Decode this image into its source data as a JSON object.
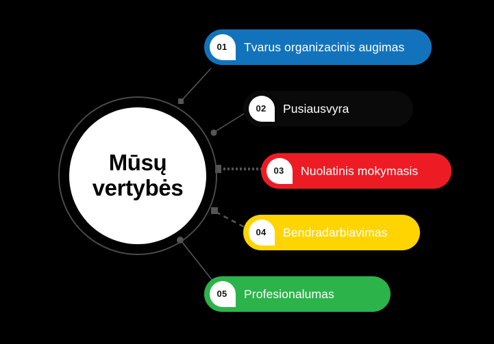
{
  "diagram": {
    "title": "Musu vertybes values diagram",
    "background_color": "#000000",
    "hub": {
      "line1": "Mūsų",
      "line2": "vertybės",
      "disc_color": "#ffffff",
      "ring_color": "#4a4a4a",
      "text_color": "#000000"
    },
    "items": [
      {
        "number": "01",
        "label": "Tvarus organizacinis augimas",
        "color": "#1273BC",
        "text_color": "#ffffff",
        "connector_style": "solid"
      },
      {
        "number": "02",
        "label": "Pusiausvyra",
        "color": "#0a0a0a",
        "text_color": "#ffffff",
        "connector_style": "solid"
      },
      {
        "number": "03",
        "label": "Nuolatinis mokymasis",
        "color": "#ED1C24",
        "text_color": "#ffffff",
        "connector_style": "dotted"
      },
      {
        "number": "04",
        "label": "Bendradarbiavimas",
        "color": "#FFD400",
        "text_color": "#ffffff",
        "connector_style": "dashed"
      },
      {
        "number": "05",
        "label": "Profesionalumas",
        "color": "#2CB34A",
        "text_color": "#ffffff",
        "connector_style": "solid"
      }
    ],
    "badge": {
      "fill": "#ffffff",
      "number_color": "#111111"
    },
    "connector_color": "#555555"
  }
}
